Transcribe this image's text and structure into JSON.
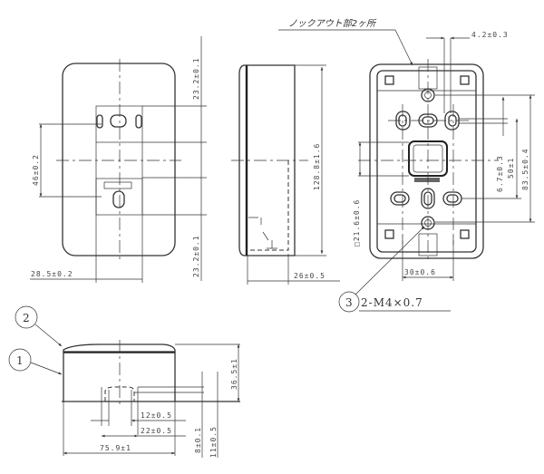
{
  "front_view": {
    "dim_top": "23.2±0.1",
    "dim_pitch": "46±0.2",
    "dim_bottom": "23.2±0.1",
    "dim_width": "28.5±0.2"
  },
  "side_view": {
    "dim_height": "128.8±1.6",
    "dim_depth": "26±0.5"
  },
  "back_view": {
    "knockout_note": "ノックアウト部2ヶ所",
    "dim_slot": "4.2±0.3",
    "dim_offset": "6.7±0.3",
    "dim_inner_pitch": "50±1",
    "dim_outer_pitch": "83.5±0.4",
    "dim_square": "□21.6±0.6",
    "dim_hole_width": "30±0.6",
    "callout_3": "3",
    "thread_spec": "2-M4×0.7"
  },
  "bottom_view": {
    "callout_1": "1",
    "callout_2": "2",
    "dim_height": "36.5±1",
    "dim_notch": "12±0.5",
    "dim_notch_outer": "22±0.5",
    "dim_width": "75.9±1",
    "dim_a": "8±0.1",
    "dim_b": "11±0.5"
  }
}
